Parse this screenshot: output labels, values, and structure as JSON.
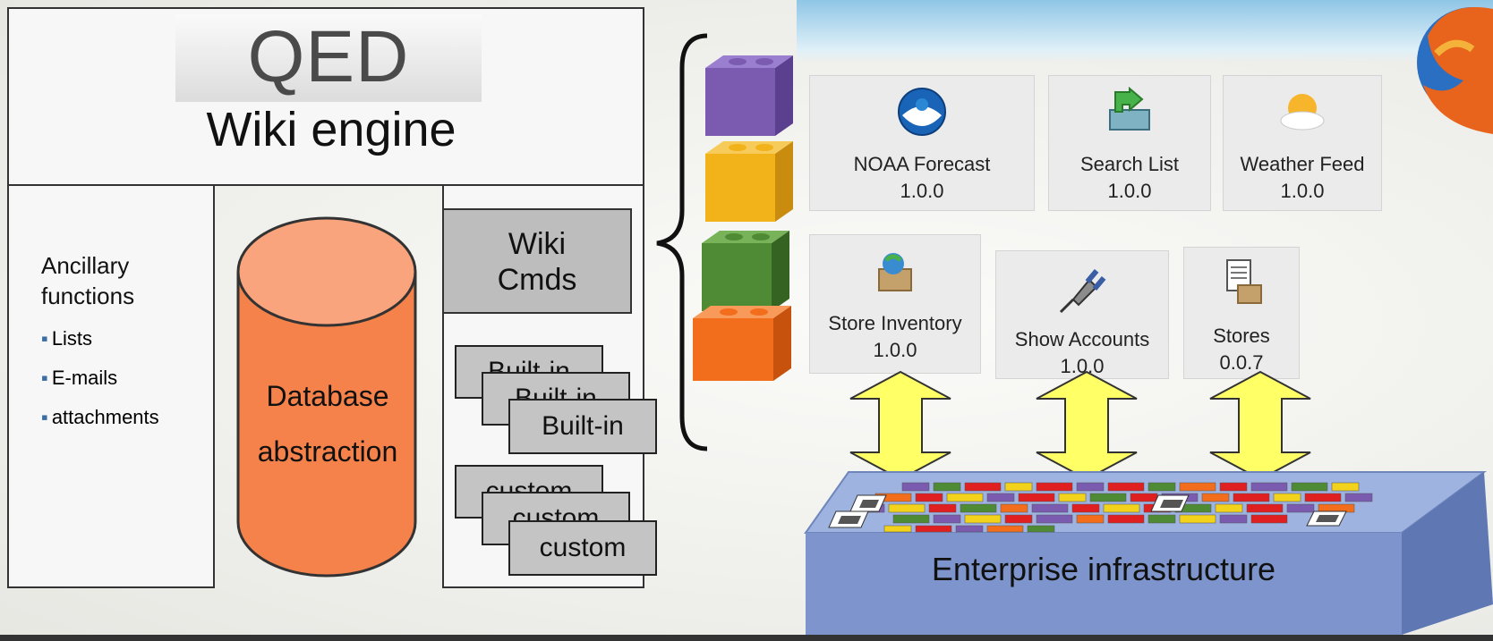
{
  "left": {
    "logo_text": "QED",
    "engine_label": "Wiki engine",
    "ancillary_title_line1": "Ancillary",
    "ancillary_title_line2": "functions",
    "ancillary_items": [
      "Lists",
      "E-mails",
      "attachments"
    ],
    "database_line1": "Database",
    "database_line2": "abstraction",
    "wiki_cmds_line1": "Wiki",
    "wiki_cmds_line2": "Cmds",
    "builtin_label": "Built-in",
    "custom_label": "custom"
  },
  "widgets": [
    {
      "name": "NOAA Forecast",
      "version": "1.0.0",
      "icon": "noaa-icon"
    },
    {
      "name": "Search List",
      "version": "1.0.0",
      "icon": "search-list-icon"
    },
    {
      "name": "Weather Feed",
      "version": "1.0.0",
      "icon": "weather-icon"
    },
    {
      "name": "Store Inventory",
      "version": "1.0.0",
      "icon": "store-inventory-icon"
    },
    {
      "name": "Show Accounts",
      "version": "1.0.0",
      "icon": "plug-icon"
    },
    {
      "name": "Stores",
      "version": "0.0.7",
      "icon": "stores-icon"
    }
  ],
  "infrastructure_label": "Enterprise infrastructure",
  "colors": {
    "database": "#f5824a",
    "block_purple": "#7a5bb0",
    "block_yellow": "#f2b21a",
    "block_green": "#4f8a34",
    "block_orange": "#f26e1c",
    "arrow_fill": "#ffff66",
    "infra_blue": "#7d95cc"
  }
}
